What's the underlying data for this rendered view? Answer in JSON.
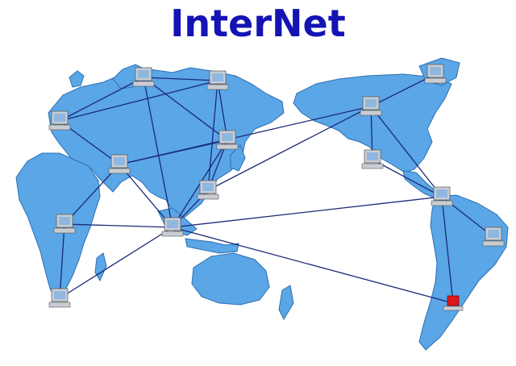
{
  "title": "InterNet",
  "colors": {
    "title": "#1414b4",
    "land": "#5aa6e6",
    "land_stroke": "#2f6fb3",
    "link": "#1c2a78",
    "computer": "#c9cdd3",
    "computer_screen": "#8fb7e0",
    "server": "#e01818"
  },
  "icons": {
    "computer": "computer-icon",
    "server": "server-icon"
  },
  "nodes": [
    {
      "id": "n-greenland",
      "kind": "computer"
    },
    {
      "id": "n-north-canada",
      "kind": "computer"
    },
    {
      "id": "n-alaska-west",
      "kind": "computer"
    },
    {
      "id": "n-usa-west",
      "kind": "computer"
    },
    {
      "id": "n-usa-east",
      "kind": "computer"
    },
    {
      "id": "n-central-america",
      "kind": "computer"
    },
    {
      "id": "n-brazil-east",
      "kind": "computer"
    },
    {
      "id": "n-south-america",
      "kind": "server"
    },
    {
      "id": "n-europe-west",
      "kind": "computer"
    },
    {
      "id": "n-europe-east",
      "kind": "computer"
    },
    {
      "id": "n-scandinavia",
      "kind": "computer"
    },
    {
      "id": "n-middle-east",
      "kind": "computer"
    },
    {
      "id": "n-central-asia",
      "kind": "computer"
    },
    {
      "id": "n-east-asia",
      "kind": "computer"
    },
    {
      "id": "n-west-africa",
      "kind": "computer"
    },
    {
      "id": "n-south-africa",
      "kind": "computer"
    },
    {
      "id": "n-southeast-asia",
      "kind": "computer"
    }
  ],
  "links": [
    [
      "n-europe-west",
      "n-europe-east"
    ],
    [
      "n-europe-west",
      "n-middle-east"
    ],
    [
      "n-europe-west",
      "n-scandinavia"
    ],
    [
      "n-europe-east",
      "n-scandinavia"
    ],
    [
      "n-europe-east",
      "n-central-asia"
    ],
    [
      "n-europe-east",
      "n-southeast-asia"
    ],
    [
      "n-scandinavia",
      "n-central-asia"
    ],
    [
      "n-scandinavia",
      "n-east-asia"
    ],
    [
      "n-middle-east",
      "n-central-asia"
    ],
    [
      "n-middle-east",
      "n-west-africa"
    ],
    [
      "n-middle-east",
      "n-southeast-asia"
    ],
    [
      "n-middle-east",
      "n-usa-west"
    ],
    [
      "n-central-asia",
      "n-east-asia"
    ],
    [
      "n-central-asia",
      "n-southeast-asia"
    ],
    [
      "n-east-asia",
      "n-southeast-asia"
    ],
    [
      "n-east-asia",
      "n-usa-west"
    ],
    [
      "n-west-africa",
      "n-southeast-asia"
    ],
    [
      "n-west-africa",
      "n-south-africa"
    ],
    [
      "n-south-africa",
      "n-southeast-asia"
    ],
    [
      "n-southeast-asia",
      "n-central-america"
    ],
    [
      "n-southeast-asia",
      "n-south-america"
    ],
    [
      "n-usa-west",
      "n-alaska-west"
    ],
    [
      "n-usa-west",
      "n-usa-east"
    ],
    [
      "n-usa-west",
      "n-central-america"
    ],
    [
      "n-usa-east",
      "n-central-america"
    ],
    [
      "n-alaska-west",
      "n-greenland"
    ],
    [
      "n-central-america",
      "n-south-america"
    ],
    [
      "n-central-america",
      "n-brazil-east"
    ]
  ]
}
